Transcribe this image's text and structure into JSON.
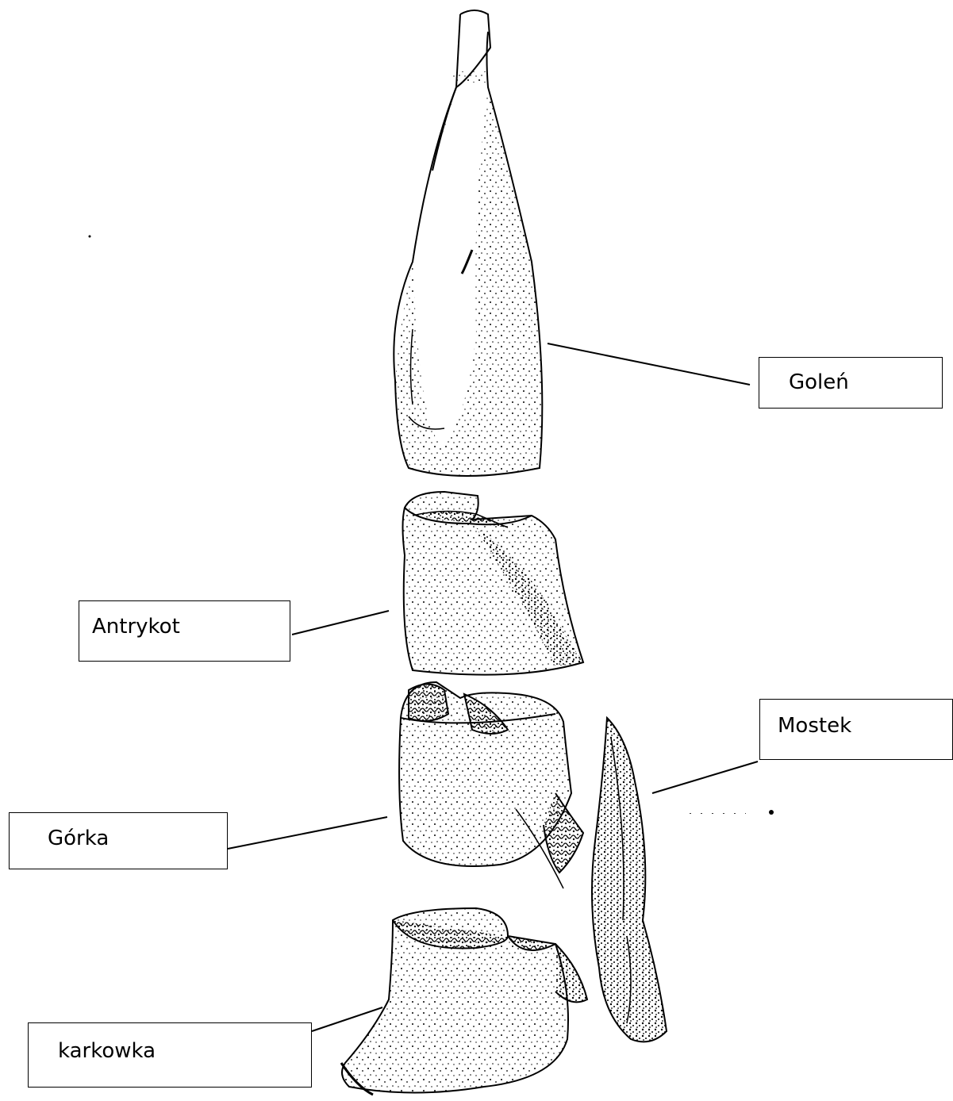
{
  "labels": {
    "golen": "Goleń",
    "antrykot": "Antrykot",
    "mostek": "Mostek",
    "gorka": "Górka",
    "karkowka": "karkowka"
  },
  "colors": {
    "ink": "#000000",
    "paper": "#ffffff"
  }
}
